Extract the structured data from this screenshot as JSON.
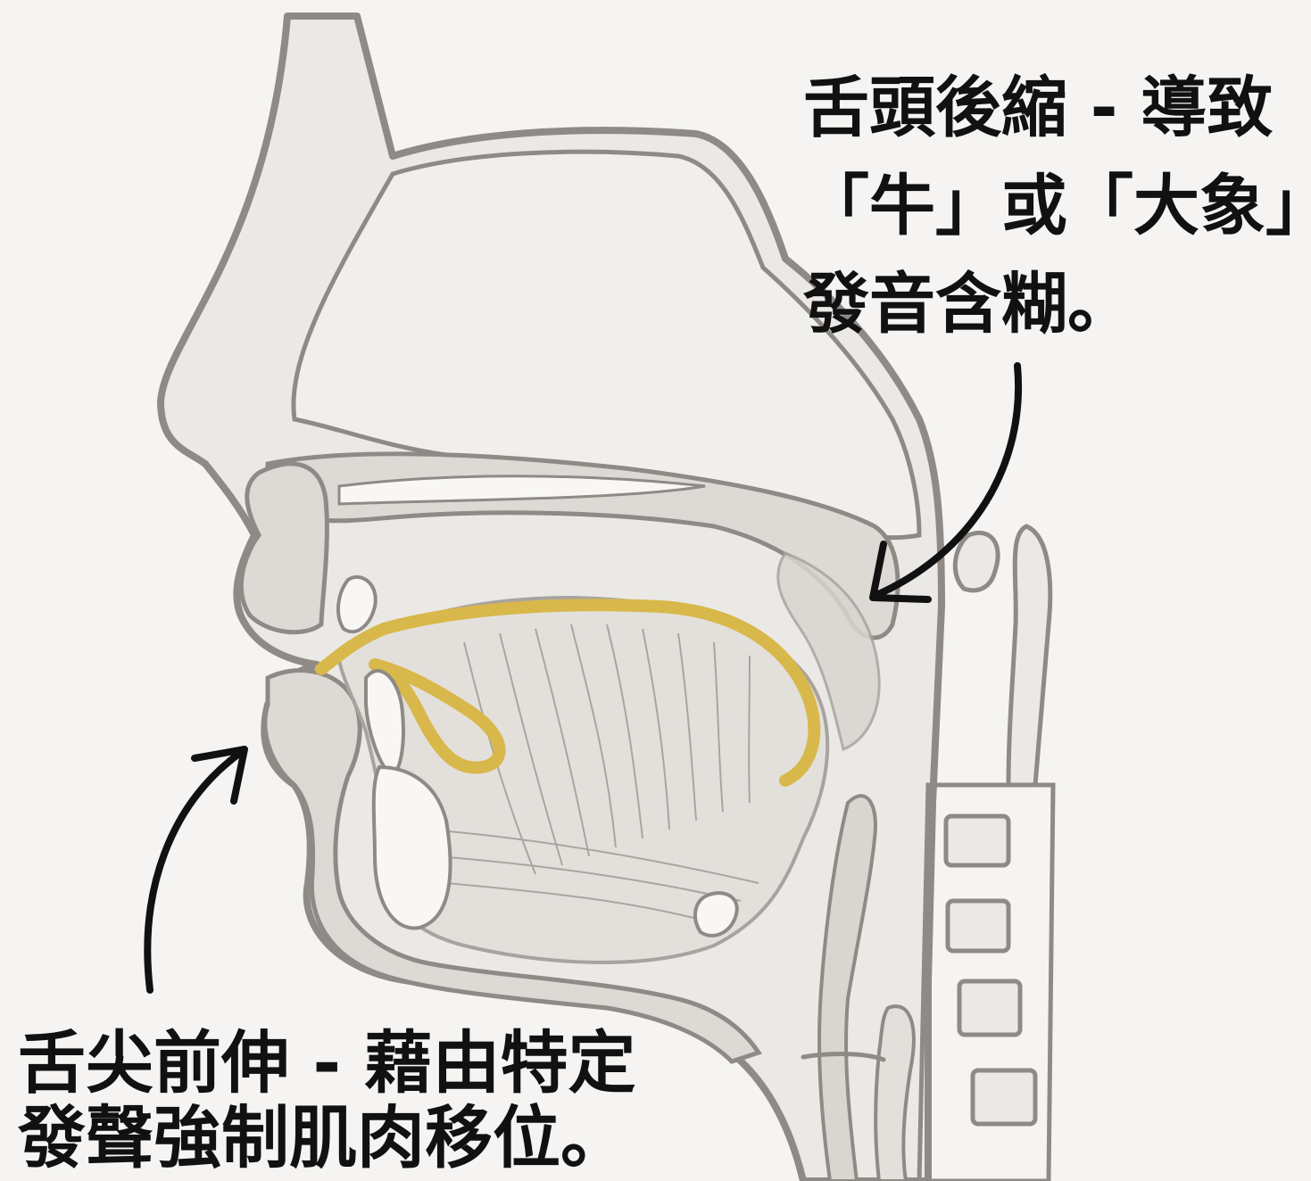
{
  "annotations": {
    "top": {
      "lines": [
        "舌頭後縮 - 導致",
        "「牛」或「大象」",
        "發音含糊。"
      ]
    },
    "bottom": {
      "lines": [
        "舌尖前伸 - 藉由特定",
        "發聲強制肌肉移位。"
      ]
    }
  },
  "colors": {
    "background": "#f5f4f2",
    "outline": "#8f8a86",
    "tissue": "#dddad6",
    "tongue_line": "#d8b84a",
    "text": "#111111"
  }
}
